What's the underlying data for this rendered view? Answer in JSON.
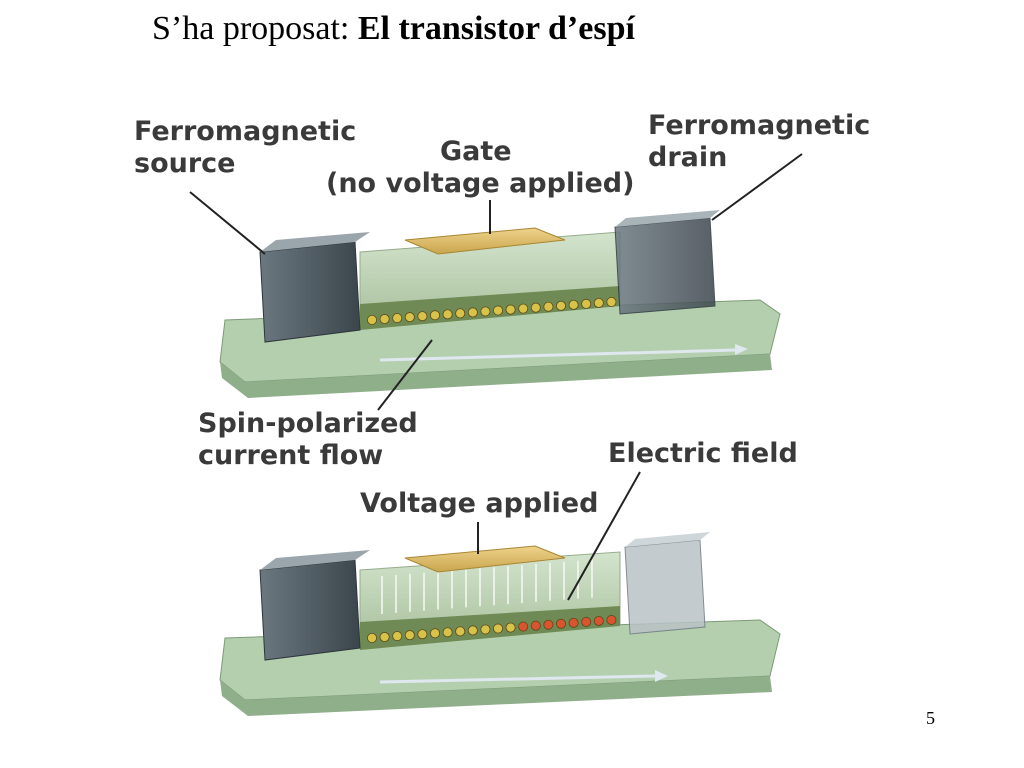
{
  "slide": {
    "title_prefix": "S’ha proposat: ",
    "title_bold": "El transistor d’espí",
    "page_number": "5"
  },
  "diagram": {
    "top": {
      "source_label_1": "Ferromagnetic",
      "source_label_2": "source",
      "gate_label_1": "Gate",
      "gate_label_2": "(no voltage applied)",
      "drain_label_1": "Ferromagnetic",
      "drain_label_2": "drain",
      "flow_label_1": "Spin-polarized",
      "flow_label_2": "current flow"
    },
    "bottom": {
      "voltage_label": "Voltage applied",
      "field_label": "Electric field"
    },
    "colors": {
      "substrate": "#a9c9a4",
      "gate": "#d8b968",
      "channel": "#8aa070",
      "magnet": "#4e5a62",
      "electron_yellow": "#d9c24a",
      "electron_red": "#d9542f"
    }
  }
}
